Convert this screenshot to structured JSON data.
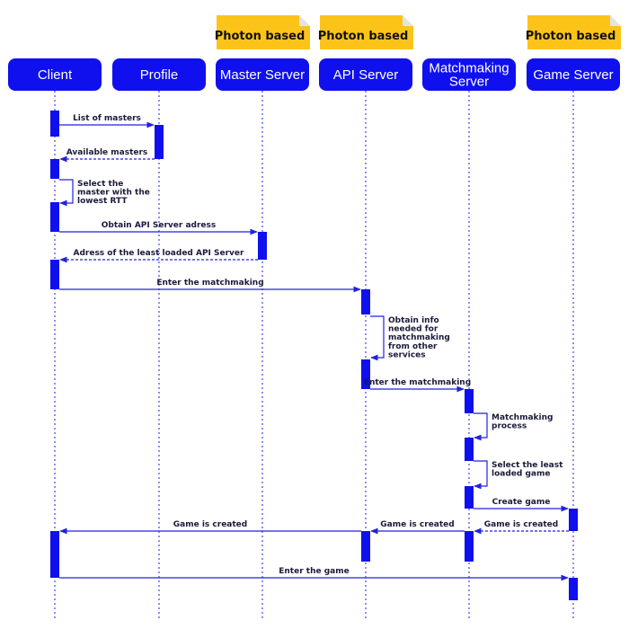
{
  "colors": {
    "participant_fill": "#1010ee",
    "activation_fill": "#1010ee",
    "line": "#2222dd",
    "note_fill": "#fcc419",
    "note_fold": "#e3e3e3"
  },
  "participants": [
    {
      "id": "client",
      "lines": [
        "Client"
      ]
    },
    {
      "id": "profile",
      "lines": [
        "Profile"
      ]
    },
    {
      "id": "master",
      "lines": [
        "Master Server"
      ]
    },
    {
      "id": "api",
      "lines": [
        "API Server"
      ]
    },
    {
      "id": "matchmaking",
      "lines": [
        "Matchmaking",
        "Server"
      ]
    },
    {
      "id": "game",
      "lines": [
        "Game Server"
      ]
    }
  ],
  "notes": [
    {
      "over": "master",
      "text": "Photon based"
    },
    {
      "over": "api",
      "text": "Photon based"
    },
    {
      "over": "game",
      "text": "Photon based"
    }
  ],
  "messages": [
    {
      "from": "client",
      "to": "profile",
      "lines": [
        "List of masters"
      ],
      "style": "solid"
    },
    {
      "from": "profile",
      "to": "client",
      "lines": [
        "Available masters"
      ],
      "style": "dashed"
    },
    {
      "from": "client",
      "to": "client",
      "lines": [
        "Select the",
        "master with the",
        "lowest RTT"
      ],
      "style": "self"
    },
    {
      "from": "client",
      "to": "master",
      "lines": [
        "Obtain API Server adress"
      ],
      "style": "solid"
    },
    {
      "from": "master",
      "to": "client",
      "lines": [
        "Adress of the least loaded API Server"
      ],
      "style": "dashed"
    },
    {
      "from": "client",
      "to": "api",
      "lines": [
        "Enter the matchmaking"
      ],
      "style": "solid"
    },
    {
      "from": "api",
      "to": "api",
      "lines": [
        "Obtain info",
        "needed for",
        "matchmaking",
        "from other",
        "services"
      ],
      "style": "self"
    },
    {
      "from": "api",
      "to": "matchmaking",
      "lines": [
        "Enter the matchmaking"
      ],
      "style": "solid"
    },
    {
      "from": "matchmaking",
      "to": "matchmaking",
      "lines": [
        "Matchmaking",
        "process"
      ],
      "style": "self"
    },
    {
      "from": "matchmaking",
      "to": "matchmaking",
      "lines": [
        "Select the least",
        "loaded game"
      ],
      "style": "self"
    },
    {
      "from": "matchmaking",
      "to": "game",
      "lines": [
        "Create game"
      ],
      "style": "solid"
    },
    {
      "from": "game",
      "to": "matchmaking",
      "lines": [
        "Game is created"
      ],
      "style": "dashed"
    },
    {
      "from": "matchmaking",
      "to": "api",
      "lines": [
        "Game is created"
      ],
      "style": "solid"
    },
    {
      "from": "api",
      "to": "client",
      "lines": [
        "Game is created"
      ],
      "style": "solid"
    },
    {
      "from": "client",
      "to": "game",
      "lines": [
        "Enter the game"
      ],
      "style": "solid"
    }
  ]
}
